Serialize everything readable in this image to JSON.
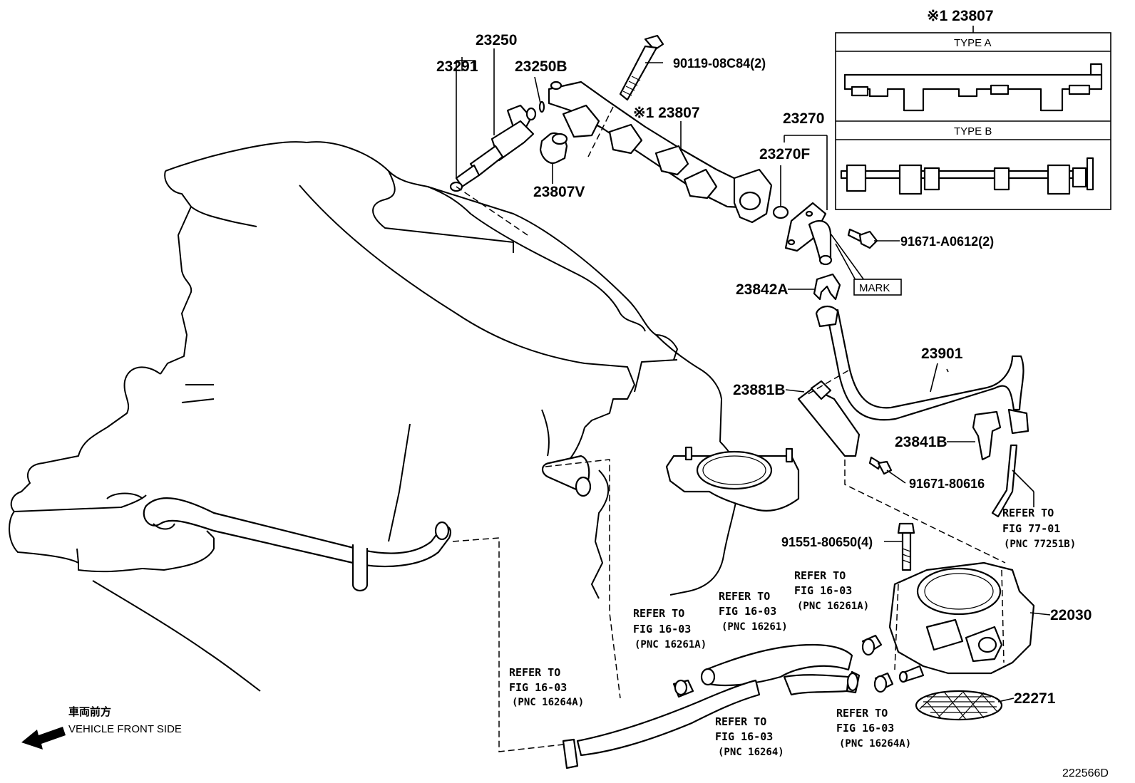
{
  "diagram": {
    "drawing_number": "222566D",
    "front_side": {
      "japanese": "車両前方",
      "english": "VEHICLE FRONT SIDE"
    },
    "inset": {
      "title": "※1 23807",
      "type_a": "TYPE A",
      "type_b": "TYPE B"
    },
    "part_labels": {
      "p23250": "23250",
      "p23291": "23291",
      "p23250B": "23250B",
      "p90119": "90119-08C84(2)",
      "p23807": "※1 23807",
      "p23807V": "23807V",
      "p23270": "23270",
      "p23270F": "23270F",
      "p91671a": "91671-A0612(2)",
      "mark": "MARK",
      "p23842A": "23842A",
      "p23901": "23901",
      "p23881B": "23881B",
      "p23841B": "23841B",
      "p91671b": "91671-80616",
      "p91551": "91551-80650(4)",
      "p22030": "22030",
      "p22271": "22271"
    },
    "refers": [
      {
        "l1": "REFER TO",
        "l2": "FIG 77-01",
        "l3": "(PNC 77251B)"
      },
      {
        "l1": "REFER TO",
        "l2": "FIG 16-03",
        "l3": "(PNC 16261A)"
      },
      {
        "l1": "REFER TO",
        "l2": "FIG 16-03",
        "l3": "(PNC 16261)"
      },
      {
        "l1": "REFER TO",
        "l2": "FIG 16-03",
        "l3": "(PNC 16261A)"
      },
      {
        "l1": "REFER TO",
        "l2": "FIG 16-03",
        "l3": "(PNC 16264A)"
      },
      {
        "l1": "REFER TO",
        "l2": "FIG 16-03",
        "l3": "(PNC 16264)"
      },
      {
        "l1": "REFER TO",
        "l2": "FIG 16-03",
        "l3": "(PNC 16264A)"
      }
    ]
  }
}
